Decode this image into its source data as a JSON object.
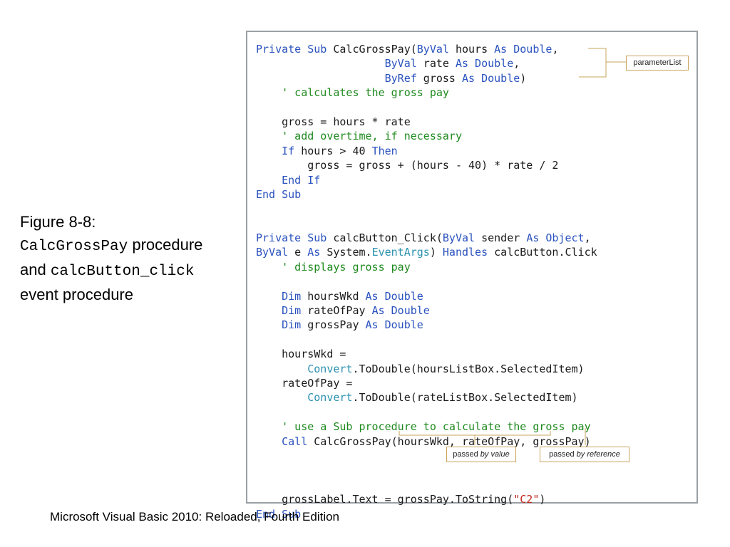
{
  "caption": {
    "figure": "Figure 8-8:",
    "proc_name": "CalcGrossPay",
    "proc_word": " procedure",
    "and_word": "and ",
    "event_name": "calcButton_click",
    "event_text": "event procedure"
  },
  "code_lines": [
    [
      [
        "Private Sub ",
        "kw"
      ],
      [
        "CalcGrossPay(",
        ""
      ],
      [
        "ByVal",
        "kw"
      ],
      [
        " hours ",
        ""
      ],
      [
        "As Double",
        "kw"
      ],
      [
        ",",
        ""
      ]
    ],
    [
      [
        "                    ",
        ""
      ],
      [
        "ByVal",
        "kw"
      ],
      [
        " rate ",
        ""
      ],
      [
        "As Double",
        "kw"
      ],
      [
        ",",
        ""
      ]
    ],
    [
      [
        "                    ",
        ""
      ],
      [
        "ByRef",
        "kw"
      ],
      [
        " gross ",
        ""
      ],
      [
        "As Double",
        "kw"
      ],
      [
        ")",
        ""
      ]
    ],
    [
      [
        "    ' calculates the gross pay",
        "cm"
      ]
    ],
    [],
    [
      [
        "    gross = hours * rate",
        ""
      ]
    ],
    [
      [
        "    ' add overtime, if necessary",
        "cm"
      ]
    ],
    [
      [
        "    ",
        ""
      ],
      [
        "If",
        "kw"
      ],
      [
        " hours > 40 ",
        ""
      ],
      [
        "Then",
        "kw"
      ]
    ],
    [
      [
        "        gross = gross + (hours - 40) * rate / 2",
        ""
      ]
    ],
    [
      [
        "    ",
        ""
      ],
      [
        "End If",
        "kw"
      ]
    ],
    [
      [
        "End Sub",
        "kw"
      ]
    ],
    [],
    [],
    [
      [
        "Private Sub ",
        "kw"
      ],
      [
        "calcButton_Click(",
        ""
      ],
      [
        "ByVal",
        "kw"
      ],
      [
        " sender ",
        ""
      ],
      [
        "As Object",
        "kw"
      ],
      [
        ",",
        ""
      ]
    ],
    [
      [
        "ByVal",
        "kw"
      ],
      [
        " e ",
        ""
      ],
      [
        "As",
        "kw"
      ],
      [
        " System.",
        ""
      ],
      [
        "EventArgs",
        "ty"
      ],
      [
        ") ",
        ""
      ],
      [
        "Handles",
        "kw"
      ],
      [
        " calcButton.Click",
        ""
      ]
    ],
    [
      [
        "    ' displays gross pay",
        "cm"
      ]
    ],
    [],
    [
      [
        "    ",
        ""
      ],
      [
        "Dim",
        "kw"
      ],
      [
        " hoursWkd ",
        ""
      ],
      [
        "As Double",
        "kw"
      ]
    ],
    [
      [
        "    ",
        ""
      ],
      [
        "Dim",
        "kw"
      ],
      [
        " rateOfPay ",
        ""
      ],
      [
        "As Double",
        "kw"
      ]
    ],
    [
      [
        "    ",
        ""
      ],
      [
        "Dim",
        "kw"
      ],
      [
        " grossPay ",
        ""
      ],
      [
        "As Double",
        "kw"
      ]
    ],
    [],
    [
      [
        "    hoursWkd =",
        ""
      ]
    ],
    [
      [
        "        ",
        ""
      ],
      [
        "Convert",
        "ty"
      ],
      [
        ".ToDouble(hoursListBox.SelectedItem)",
        ""
      ]
    ],
    [
      [
        "    rateOfPay =",
        ""
      ]
    ],
    [
      [
        "        ",
        ""
      ],
      [
        "Convert",
        "ty"
      ],
      [
        ".ToDouble(rateListBox.SelectedItem)",
        ""
      ]
    ],
    [],
    [
      [
        "    ' use a Sub procedure to calculate the gross pay",
        "cm"
      ]
    ],
    [
      [
        "    ",
        ""
      ],
      [
        "Call",
        "kw"
      ],
      [
        " CalcGrossPay(hoursWkd, rateOfPay, grossPay)",
        ""
      ]
    ],
    [],
    [],
    [],
    [
      [
        "    grossLabel.Text = grossPay.ToString(",
        ""
      ],
      [
        "\"C2\"",
        "st"
      ],
      [
        ")",
        ""
      ]
    ],
    [
      [
        "End Sub",
        "kw"
      ]
    ]
  ],
  "callouts": {
    "parameter_list": "parameterList",
    "by_value_prefix": "passed ",
    "by_value_em": "by value",
    "by_ref_prefix": "passed ",
    "by_ref_em": "by reference"
  },
  "footer": "Microsoft Visual Basic 2010: Reloaded, Fourth Edition",
  "colors": {
    "keyword": "#2a52be",
    "comment": "#1e8a1e",
    "type": "#2b91af",
    "string": "#c0281c",
    "callout_border": "#c9a45b"
  }
}
